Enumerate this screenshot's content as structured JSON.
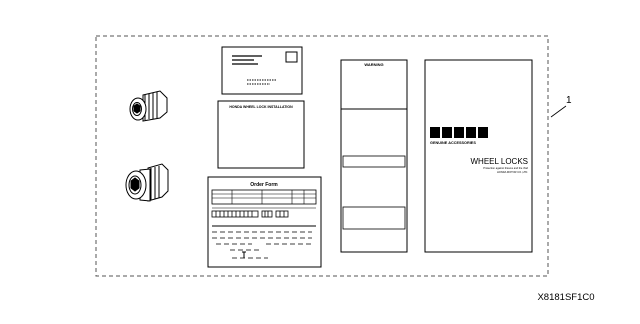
{
  "diagram": {
    "callout_number": "1",
    "part_code": "X8181SF1C0",
    "parts": [
      {
        "name": "lock-nut-small"
      },
      {
        "name": "lock-nut-large"
      },
      {
        "name": "envelope",
        "text": ""
      },
      {
        "name": "installation-sheet",
        "title": "HONDA WHEEL LOCK INSTALLATION"
      },
      {
        "name": "order-form",
        "title": "Order Form"
      },
      {
        "name": "warning-tag",
        "title": "WARNING"
      },
      {
        "name": "package-card",
        "brand_label": "GENUINE ACCESSORIES",
        "title": "WHEEL LOCKS",
        "subtitle_1": "Protection against thieves and the thief",
        "subtitle_2": "HONDA MOTOR CO.,LTD."
      }
    ]
  },
  "colors": {
    "line": "#000000",
    "fill": "#ffffff",
    "frame": "#555555"
  }
}
